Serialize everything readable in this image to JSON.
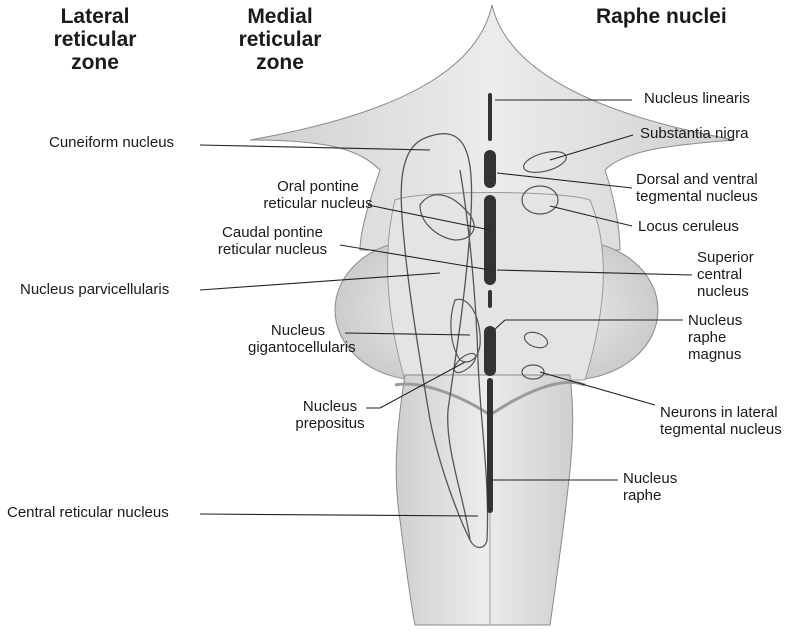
{
  "headers": {
    "lateral": "Lateral reticular zone",
    "medial": "Medial reticular zone",
    "raphe": "Raphe nuclei"
  },
  "labels": {
    "nucleus_linearis": "Nucleus linearis",
    "cuneiform": "Cuneiform nucleus",
    "substantia_nigra": "Substantia nigra",
    "oral_pontine": "Oral pontine reticular nucleus",
    "dorsal_ventral_tegmental": "Dorsal and ventral tegmental nucleus",
    "caudal_pontine": "Caudal pontine reticular nucleus",
    "locus_ceruleus": "Locus ceruleus",
    "superior_central": "Superior central nucleus",
    "parvicellularis": "Nucleus parvicellularis",
    "gigantocellularis": "Nucleus gigantocellularis",
    "raphe_magnus": "Nucleus raphe magnus",
    "prepositus": "Nucleus prepositus",
    "lateral_tegmental": "Neurons in lateral tegmental nucleus",
    "nucleus_raphe": "Nucleus raphe",
    "central_reticular": "Central reticular nucleus"
  },
  "colors": {
    "brainstem_fill": "#dedede",
    "outline": "#555555",
    "raphe_fill": "#333333",
    "leader": "#222222"
  }
}
